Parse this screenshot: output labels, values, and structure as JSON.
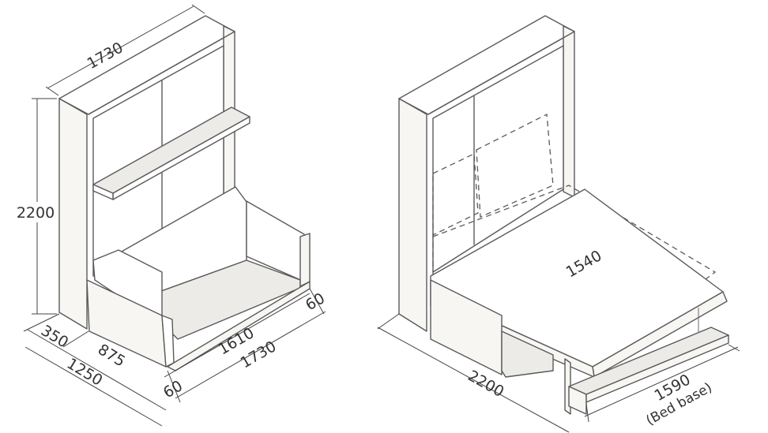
{
  "left_view": {
    "dims": {
      "width_top": "1730",
      "height": "2200",
      "depth_cabinet": "350",
      "depth_sofa": "875",
      "depth_total": "1250",
      "armrest_left": "60",
      "seat_width": "1610",
      "overall_width": "1730",
      "armrest_right": "60"
    }
  },
  "right_view": {
    "dims": {
      "mattress_width": "1540",
      "open_length": "2200",
      "bed_base_width": "1590",
      "bed_base_note": "(Bed base)"
    }
  }
}
